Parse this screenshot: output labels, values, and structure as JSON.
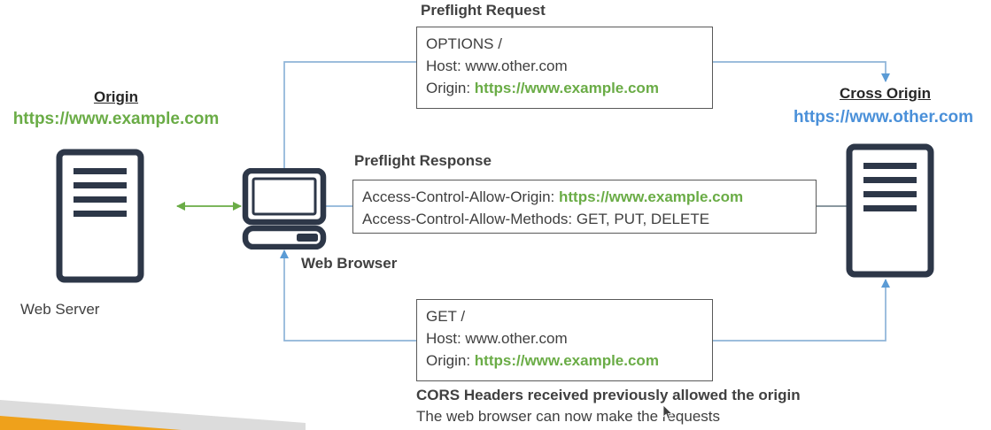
{
  "diagram": {
    "title_hidden": "CORS preflight request flow",
    "colors": {
      "green": "#6aac46",
      "blue": "#4a90d9",
      "dark": "#2d3748",
      "connector": "#8eb4d8",
      "orange": "#efa11b",
      "gray_band": "#dcdcdc"
    },
    "left_node": {
      "heading": "Origin",
      "url": "https://www.example.com",
      "caption": "Web Server",
      "icon": "server-icon"
    },
    "right_node": {
      "heading": "Cross Origin ",
      "url": "https://www.other.com",
      "icon": "server-icon"
    },
    "browser_node": {
      "caption": "Web Browser",
      "icon": "desktop-computer-icon"
    },
    "preflight_request": {
      "title": "Preflight Request",
      "lines": [
        {
          "text": "OPTIONS /",
          "highlight": ""
        },
        {
          "text": "Host: www.other.com",
          "highlight": ""
        },
        {
          "text": "Origin: ",
          "highlight": "https://www.example.com"
        }
      ]
    },
    "preflight_response": {
      "title": "Preflight Response",
      "lines": [
        {
          "text": "Access-Control-Allow-Origin: ",
          "highlight": "https://www.example.com"
        },
        {
          "text": "Access-Control-Allow-Methods: GET, PUT, DELETE",
          "highlight": ""
        }
      ]
    },
    "actual_request": {
      "lines": [
        {
          "text": "GET /",
          "highlight": ""
        },
        {
          "text": "Host: www.other.com",
          "highlight": ""
        },
        {
          "text": "Origin: ",
          "highlight": "https://www.example.com"
        }
      ]
    },
    "footer": {
      "bold_line": "CORS Headers received previously allowed the origin",
      "plain_line": "The web browser can now make the requests"
    }
  }
}
